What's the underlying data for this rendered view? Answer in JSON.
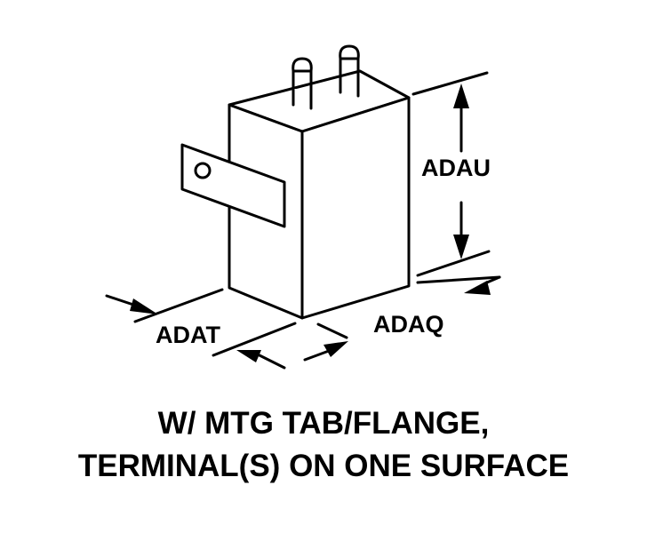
{
  "labels": {
    "height": "ADAU",
    "depth": "ADAQ",
    "width": "ADAT"
  },
  "caption": {
    "line1": "W/ MTG TAB/FLANGE,",
    "line2": "TERMINAL(S) ON ONE SURFACE"
  }
}
